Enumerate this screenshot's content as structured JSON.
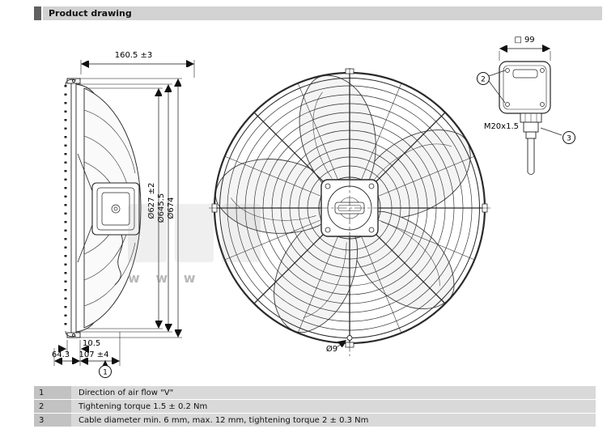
{
  "header": {
    "title": "Product drawing"
  },
  "side_view": {
    "depth": "160.5 ±3",
    "dia_impeller": "Ø627 ±2",
    "dia_inlet": "Ø645.5",
    "dia_plate": "Ø674",
    "plate_depth": "10.5",
    "guard_depth": "64.3",
    "motor_depth": "107 ±4",
    "callout_airflow": "1"
  },
  "front_view": {
    "hole_dia": "Ø9"
  },
  "terminal_box": {
    "size": "□ 99",
    "callout_screws": "2",
    "thread": "M20x1.5",
    "callout_gland": "3"
  },
  "watermark": "w w w",
  "legend": {
    "rows": [
      {
        "num": "1",
        "text": "Direction of air flow \"V\""
      },
      {
        "num": "2",
        "text": "Tightening torque 1.5 ± 0.2 Nm"
      },
      {
        "num": "3",
        "text": "Cable diameter min. 6 mm, max. 12 mm, tightening torque 2 ± 0.3 Nm"
      }
    ]
  }
}
